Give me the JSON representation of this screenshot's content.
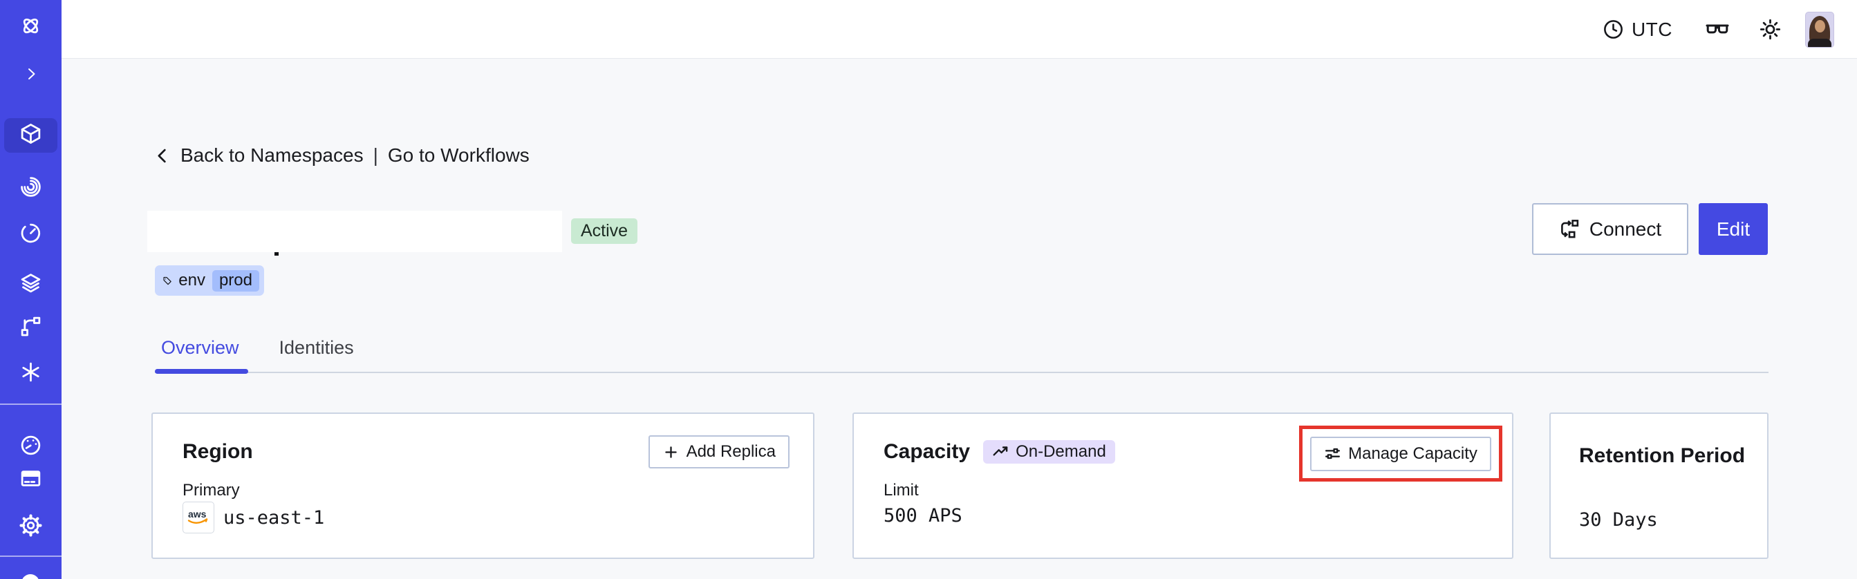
{
  "topbar": {
    "timezone_label": "UTC",
    "icons": [
      "clock-icon",
      "glasses-icon",
      "sun-icon"
    ],
    "avatar": "user-avatar-photo"
  },
  "sidebar": {
    "items": [
      "temporal-logo",
      "chevron-right-icon",
      "cube-icon",
      "spiral-icon",
      "clock-icon",
      "layers-icon",
      "branch-icon",
      "asterisk-icon",
      "gauge-icon",
      "billing-card-icon",
      "gear-icon"
    ],
    "active_item": "cube-icon"
  },
  "breadcrumb": {
    "back_label": "Back to Namespaces",
    "separator": "|",
    "forward_label": "Go to Workflows"
  },
  "namespace": {
    "status_badge": "Active",
    "tag_key": "env",
    "tag_value": "prod"
  },
  "actions": {
    "connect_label": "Connect",
    "edit_label": "Edit"
  },
  "tabs": [
    {
      "label": "Overview",
      "active": true
    },
    {
      "label": "Identities",
      "active": false
    }
  ],
  "cards": {
    "region": {
      "title": "Region",
      "add_replica_label": "Add Replica",
      "primary_label": "Primary",
      "provider": "aws",
      "value": "us-east-1"
    },
    "capacity": {
      "title": "Capacity",
      "mode_badge": "On-Demand",
      "manage_label": "Manage Capacity",
      "limit_label": "Limit",
      "value": "500 APS"
    },
    "retention": {
      "title": "Retention Period",
      "value": "30 Days"
    }
  },
  "colors": {
    "sidebar_indigo": "#4448E3",
    "sidebar_active": "#383CC8",
    "accent_indigo": "#444BE0",
    "status_active_bg": "#C9EAD2",
    "tag_bg": "#CBD9FE",
    "tag_chip_bg": "#A3BDFC",
    "ondemand_bg": "#E4DDFC",
    "annotation_red": "#E5352C",
    "aws_orange": "#F79400"
  }
}
